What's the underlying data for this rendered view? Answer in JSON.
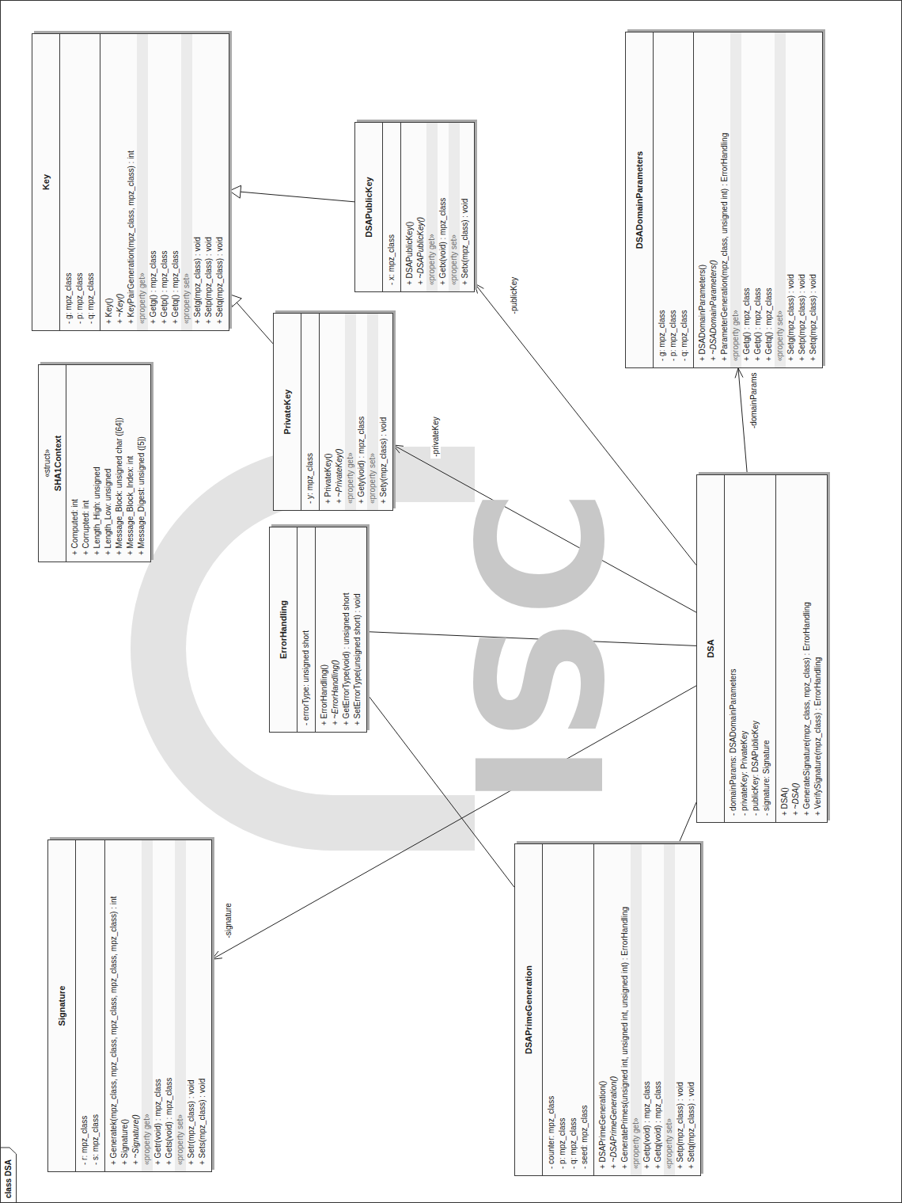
{
  "diagram": {
    "nodes": [
      {
        "text": [
          "Signature",
          "- r: mpz_class",
          "- s: mpz_class",
          "+ Generatek(mpz_class, mpz_class, mpz_class, mpz_class, mpz_class) : int",
          "+ Signature()",
          "+ ~Signature()",
          "«property get»",
          "+ Getr(void) : mpz_class",
          "+ Gets(void) : mpz_class",
          "«property set»",
          "+ Setr(mpz_class) : void",
          "+ Sets(mpz_class) : void"
        ]
      },
      {
        "text": [
          "«struct»",
          "SHA1Context",
          "+ Computed: int",
          "+ Corrupted: int",
          "+ Length_High: unsigned",
          "+ Length_Low: unsigned",
          "+ Message_Block: unsigned char ([64])",
          "+ Message_Block_Index: int",
          "+ Message_Digest: unsigned ([5])"
        ]
      },
      {
        "text": [
          "Key",
          "- g: mpz_class",
          "- p: mpz_class",
          "- q: mpz_class",
          "+ Key()",
          "+ ~Key()",
          "+ KeyPairGeneration(mpz_class, mpz_class) : int",
          "«property get»",
          "+ Getg() : mpz_class",
          "+ Getp() : mpz_class",
          "+ Getq() : mpz_class",
          "«property set»",
          "+ Setg(mpz_class) : void",
          "+ Setp(mpz_class) : void",
          "+ Setq(mpz_class) : void"
        ]
      },
      {
        "text": [
          "ErrorHandling",
          "- errorType: unsigned short",
          "+ ErrorHandling()",
          "+ ~ErrorHandling()",
          "+ GetErrorType(void) : unsigned short",
          "+ SetErrorType(unsigned short) : void"
        ]
      },
      {
        "text": [
          "PrivateKey",
          "- y: mpz_class",
          "+ PrivateKey()",
          "+ ~PrivateKey()",
          "«property get»",
          "+ Gety(void) : mpz_class",
          "«property set»",
          "+ Sety(mpz_class) : void"
        ]
      },
      {
        "text": [
          "DSAPublicKey",
          "- x: mpz_class",
          "+ DSAPublicKey()",
          "+ ~DSAPublicKey()",
          "«property get»",
          "+ Getx(void) : mpz_class",
          "«property set»",
          "+ Setx(mpz_class) : void"
        ]
      },
      {
        "text": [
          "DSAPrimeGeneration",
          "- counter: mpz_class",
          "- p: mpz_class",
          "- q: mpz_class",
          "- seed: mpz_class",
          "+ DSAPrimeGeneration()",
          "+ ~DSAPrimeGeneration()",
          "+ GeneratePrimes(unsigned int, unsigned int, unsigned int) : ErrorHandling",
          "«property get»",
          "+ Getp(void) : mpz_class",
          "+ Getq(void) : mpz_class",
          "«property set»",
          "+ Setp(mpz_class) : void",
          "+ Setq(mpz_class) : void"
        ]
      },
      {
        "text": [
          "DSA",
          "- domainParams: DSADomainParameters",
          "- privateKey: PrivateKey",
          "- publicKey: DSAPublicKey",
          "- signature: Signature",
          "+ DSA()",
          "+ ~DSA()",
          "+ GenerateSignature(mpz_class, mpz_class) : ErrorHandling",
          "+ VerifySignature(mpz_class) : ErrorHandling"
        ]
      },
      {
        "text": [
          "DSADomainParameters",
          "- g: mpz_class",
          "- p: mpz_class",
          "- q: mpz_class",
          "+ DSADomainParameters()",
          "+ ~DSADomainParameters()",
          "+ ParameterGeneration(mpz_class, unsigned int) : ErrorHandling",
          "«property get»",
          "+ Getg() : mpz_class",
          "+ Getp() : mpz_class",
          "+ Getq() : mpz_class",
          "«property set»",
          "+ Setg(mpz_class) : void",
          "+ Setp(mpz_class) : void",
          "+ Setq(mpz_class) : void"
        ]
      }
    ],
    "edges": [
      {
        "from": 5,
        "to": 2,
        "arrow": "to"
      },
      {
        "from": 4,
        "to": 2,
        "arrow": "to"
      },
      {
        "from": 7,
        "to": 8,
        "label": "-domainParams",
        "arrow": "to"
      },
      {
        "from": 7,
        "to": 4,
        "label": "-privateKey",
        "arrow": "to"
      },
      {
        "from": 7,
        "to": 5,
        "label": "-publicKey",
        "arrow": "to"
      },
      {
        "from": 7,
        "to": 0,
        "label": "-signature",
        "arrow": "to"
      },
      {
        "from": 7,
        "to": 3,
        "arrow": "none"
      },
      {
        "from": 7,
        "to": 6,
        "arrow": "none"
      },
      {
        "from": 3,
        "to": 6,
        "arrow": "none"
      }
    ],
    "labels": [
      "class DSA",
      "ISC"
    ]
  }
}
